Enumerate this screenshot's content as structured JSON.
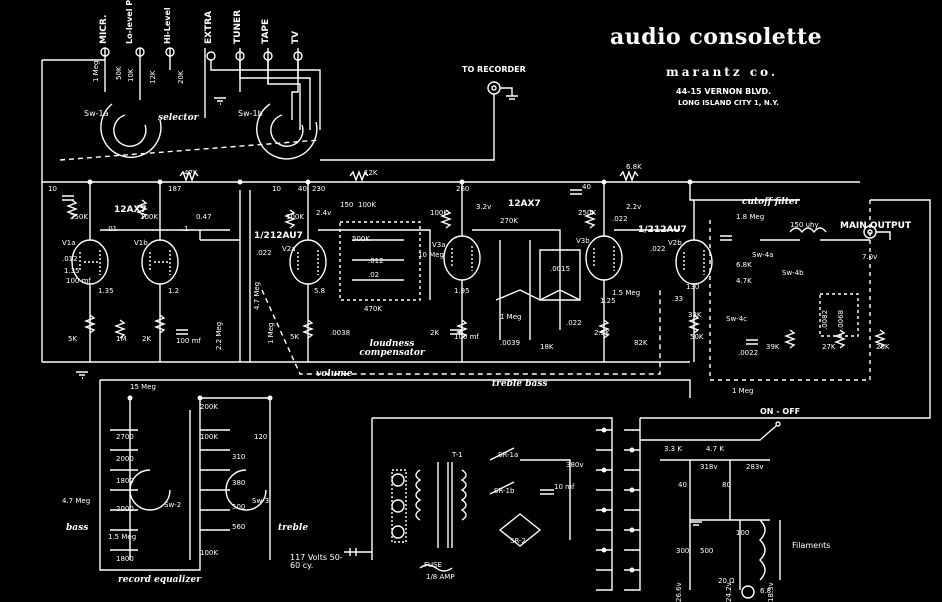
{
  "header": {
    "title": "audio consolette",
    "company": "marantz co.",
    "address1": "44-15 VERNON BLVD.",
    "address2": "LONG ISLAND CITY 1, N.Y."
  },
  "inputs": [
    "MICR.",
    "Lo-level PHONO",
    "Hi-Level",
    "EXTRA",
    "TUNER",
    "TAPE",
    "TV"
  ],
  "outputs": {
    "recorder": "TO RECORDER",
    "main": "MAIN OUTPUT"
  },
  "tubes": {
    "t1": "12AX7",
    "t2": "12AX7",
    "t3": "12AU7",
    "t4": "12AU7",
    "half1": "1/2",
    "half2": "1/2"
  },
  "tube_ids": {
    "v1a": "V1a",
    "v1b": "V1b",
    "v2a": "V2a",
    "v3a": "V3a",
    "v3b": "V3b",
    "v2b": "V2b"
  },
  "sections": {
    "selector": "selector",
    "loudness": "loudness compensator",
    "volume": "volume",
    "treble_bass": "treble bass",
    "cutoff": "cutoff filter",
    "record_eq": "record equalizer",
    "bass": "bass",
    "treble": "treble"
  },
  "switches": {
    "sw1a": "Sw-1a",
    "sw1b": "Sw-1b",
    "sw2": "Sw-2",
    "sw3": "Sw-3",
    "sw4a": "Sw-4a",
    "sw4b": "Sw-4b",
    "sw4c": "Sw-4c",
    "sr1a": "SR-1a",
    "sr1b": "SR-1b",
    "sr2": "SR-2",
    "t1": "T-1"
  },
  "values": {
    "r47k": "47K",
    "r12k": "12K",
    "r68k": "6.8K",
    "r250k_1": "250K",
    "r250k_2": "250K",
    "r100k_1": "100K",
    "r100k_2": "100K",
    "r150k": "150",
    "r100k_3": "100K",
    "r500k": "500K",
    "r470k": "470K",
    "r270k": "270K",
    "c0015": ".0015",
    "c022a": ".022",
    "c022b": ".022",
    "c022c": ".022",
    "c022d": ".022",
    "c01": ".01",
    "c1": ".1",
    "c01uf": ".01",
    "c47": "0.47",
    "c0039": ".0039",
    "c0038": ".0038",
    "c012": ".012",
    "c02": ".02",
    "r5k": "5K",
    "r1m": "1M",
    "r2k": "2K",
    "r2k_b": "2K",
    "r5k_b": "5K",
    "r22meg": "2.2 Meg",
    "r47meg": "4.7 Meg",
    "r1meg": "1 Meg",
    "c100mf": "100 mf",
    "c100mf2": "100 mf",
    "c100mf3": "100 mf",
    "r2_5k": "2.5K",
    "r82k": "82K",
    "r18k": "18K",
    "r15meg": "1.5 Meg",
    "r1meg_b": "1 Meg",
    "r1_8meg": "1.8 Meg",
    "c150uuf": "150 uhy",
    "r68k_b": "6.8K",
    "r4_7k": "4.7K",
    "r33k": "33K",
    "r50k": "50K",
    "r39k": "39K",
    "r27k": "27K",
    "r20k": "20K",
    "c0022": ".0022",
    "c0082": ".0082",
    "c0068": ".0068",
    "c33": ".33",
    "r1meg_c": "1 Meg",
    "r15meg_b": "15 Meg",
    "r200k": "200K",
    "c2700": "2700",
    "c2000": "2000",
    "c1800": "1800",
    "c2000b": "2000",
    "c1800b": "1800",
    "r15meg_c": "1.5 Meg",
    "r47meg_b": "4.7 Meg",
    "r100k_4": "100K",
    "c120": "120",
    "c310": "310",
    "c380": "380",
    "c500": "500",
    "c560": "560",
    "r100k_5": "100K",
    "c012_b": ".012",
    "r1_2": "1.2",
    "r1_35": "1.35",
    "r1_35b": "1.35",
    "r5_8": "5.8",
    "r1_95": "1.95",
    "r1_25": "1.25",
    "v260": "260",
    "v230": "230",
    "v187": "187",
    "v130": "130",
    "v3_2": "3.2v",
    "v2_4": "2.4v",
    "v2_2": "2.2v",
    "v7_0": "7.0v",
    "r10meg": "10 Meg",
    "c10": "10",
    "c10b": "10",
    "c40": "40",
    "c40b": "40",
    "r3_3k": "3.3 K",
    "r4_7k_b": "4.7 K",
    "c80": "80",
    "c10c": "10",
    "c300": "300",
    "c500b": "500",
    "c100": "100",
    "v318": "318v",
    "v283": "283v",
    "c10mf": "10 mf",
    "v380": "380v",
    "c20": "20",
    "r20ohm": "20 Ω",
    "filaments": "Filaments",
    "on_off": "ON - OFF",
    "mains": "117 Volts 50-60 cy.",
    "fuse": "FUSE",
    "fuse_amp": "1/8 AMP",
    "v26_6": "26.6v",
    "v24_2": "24.2v",
    "v18_3": "18.3v",
    "r6_8": "6.8",
    "r50k_in": "50K",
    "r10k": "10K",
    "r20k_in": "20K",
    "r12k_in": "12K",
    "r1meg_in": "1 Meg"
  }
}
